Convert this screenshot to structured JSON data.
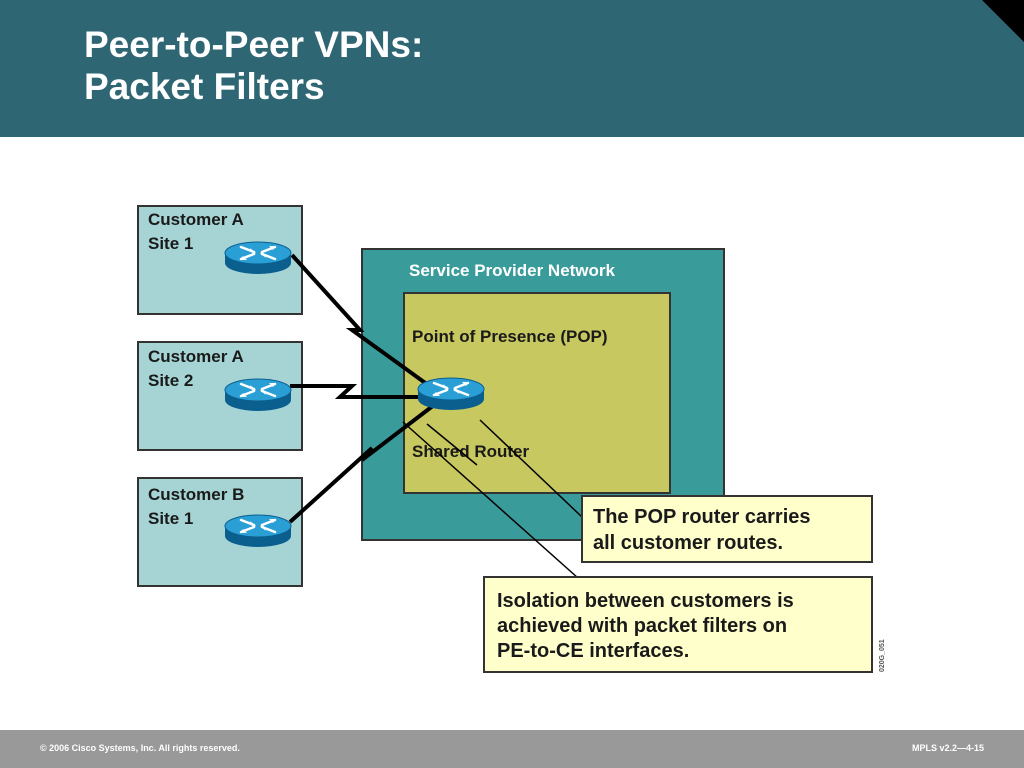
{
  "slide": {
    "title_line1": "Peer-to-Peer VPNs:",
    "title_line2": "Packet Filters"
  },
  "diagram": {
    "sites": [
      {
        "line1": "Customer A",
        "line2": "Site 1"
      },
      {
        "line1": "Customer A",
        "line2": "Site 2"
      },
      {
        "line1": "Customer B",
        "line2": "Site 1"
      }
    ],
    "provider_label": "Service Provider Network",
    "pop_label": "Point of Presence (POP)",
    "shared_router_label": "Shared Router",
    "callout1": {
      "line1": "The POP router carries",
      "line2": "all customer routes."
    },
    "callout2": {
      "line1": "Isolation between customers is",
      "line2": "achieved with packet filters on",
      "line3": "PE-to-CE interfaces."
    },
    "figure_id": "020G_051"
  },
  "footer": {
    "copyright": "© 2006 Cisco Systems, Inc. All rights reserved.",
    "course": "MPLS v2.2—4-15"
  },
  "colors": {
    "header": "#2e6773",
    "site_box": "#a6d4d4",
    "provider": "#3a9b9b",
    "pop": "#c8c860",
    "callout": "#ffffcc",
    "router": "#1a8fc9",
    "footer": "#999999"
  }
}
